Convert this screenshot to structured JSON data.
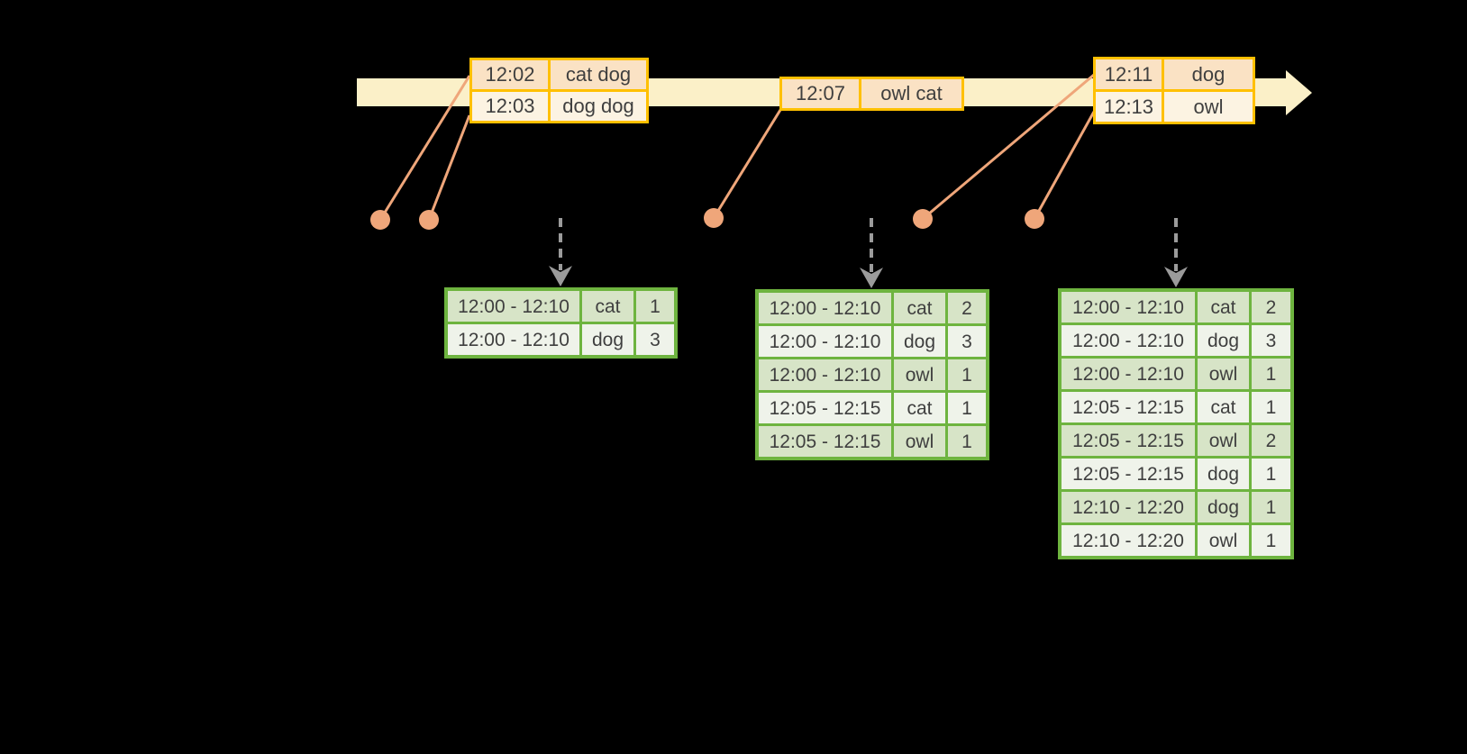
{
  "colors": {
    "background": "#000000",
    "timeline_fill": "#FBF0C8",
    "event_border": "#FFC000",
    "event_row_shaded": "#FAE2C4",
    "event_row_light": "#FCF3E2",
    "connector": "#EFA67A",
    "trigger_arrow": "#9B9B9B",
    "result_border": "#6EB43F",
    "result_row_shaded": "#D7E4C7",
    "result_row_light": "#EFF3EA",
    "text": "#3F3F3F"
  },
  "icons": {
    "timeline_arrow": "right-arrow-band",
    "event_marker": "filled-circle",
    "trigger_arrow": "dashed-down-arrow"
  },
  "event_tables": [
    {
      "rows": [
        {
          "time": "12:02",
          "words": "cat dog"
        },
        {
          "time": "12:03",
          "words": "dog dog"
        }
      ]
    },
    {
      "rows": [
        {
          "time": "12:07",
          "words": "owl cat"
        }
      ]
    },
    {
      "rows": [
        {
          "time": "12:11",
          "words": "dog"
        },
        {
          "time": "12:13",
          "words": "owl"
        }
      ]
    }
  ],
  "result_tables": [
    {
      "rows": [
        {
          "window": "12:00 - 12:10",
          "word": "cat",
          "count": "1"
        },
        {
          "window": "12:00 - 12:10",
          "word": "dog",
          "count": "3"
        }
      ]
    },
    {
      "rows": [
        {
          "window": "12:00 - 12:10",
          "word": "cat",
          "count": "2"
        },
        {
          "window": "12:00 - 12:10",
          "word": "dog",
          "count": "3"
        },
        {
          "window": "12:00 - 12:10",
          "word": "owl",
          "count": "1"
        },
        {
          "window": "12:05 - 12:15",
          "word": "cat",
          "count": "1"
        },
        {
          "window": "12:05 - 12:15",
          "word": "owl",
          "count": "1"
        }
      ]
    },
    {
      "rows": [
        {
          "window": "12:00 - 12:10",
          "word": "cat",
          "count": "2"
        },
        {
          "window": "12:00 - 12:10",
          "word": "dog",
          "count": "3"
        },
        {
          "window": "12:00 - 12:10",
          "word": "owl",
          "count": "1"
        },
        {
          "window": "12:05 - 12:15",
          "word": "cat",
          "count": "1"
        },
        {
          "window": "12:05 - 12:15",
          "word": "owl",
          "count": "2"
        },
        {
          "window": "12:05 - 12:15",
          "word": "dog",
          "count": "1"
        },
        {
          "window": "12:10 - 12:20",
          "word": "dog",
          "count": "1"
        },
        {
          "window": "12:10 - 12:20",
          "word": "owl",
          "count": "1"
        }
      ]
    }
  ]
}
